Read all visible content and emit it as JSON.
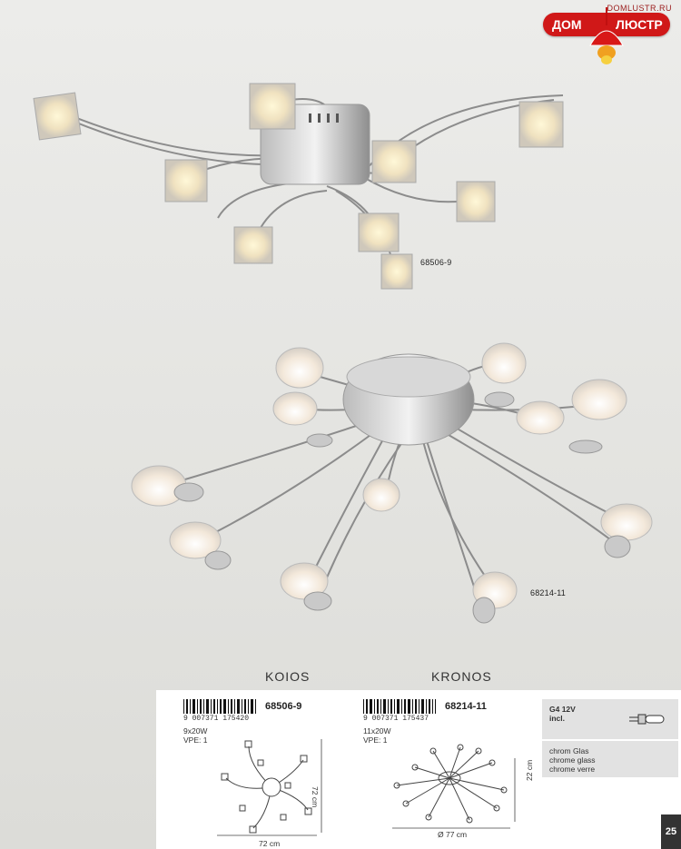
{
  "logo": {
    "url": "DOMLUSTR.RU",
    "word1": "ДОМ",
    "word2": "ЛЮСТР"
  },
  "products": [
    {
      "name": "KOIOS",
      "code": "68506-9",
      "photo_label": "68506-9",
      "barcode": "9 007371 175420",
      "lamps": "9x20W",
      "vpe": "VPE: 1",
      "dim_width": "72 cm",
      "dim_height": "72 cm"
    },
    {
      "name": "KRONOS",
      "code": "68214-11",
      "photo_label": "68214-11",
      "barcode": "9 007371 175437",
      "lamps": "11x20W",
      "vpe": "VPE: 1",
      "dim_width": "Ø 77 cm",
      "dim_height": "22 cm"
    }
  ],
  "bulb": {
    "type": "G4 12V",
    "included": "incl."
  },
  "materials": [
    "chrom Glas",
    "chrome glass",
    "chrome verre"
  ],
  "page_number": "25",
  "colors": {
    "brand_red": "#d01818",
    "page_tab": "#333333"
  }
}
